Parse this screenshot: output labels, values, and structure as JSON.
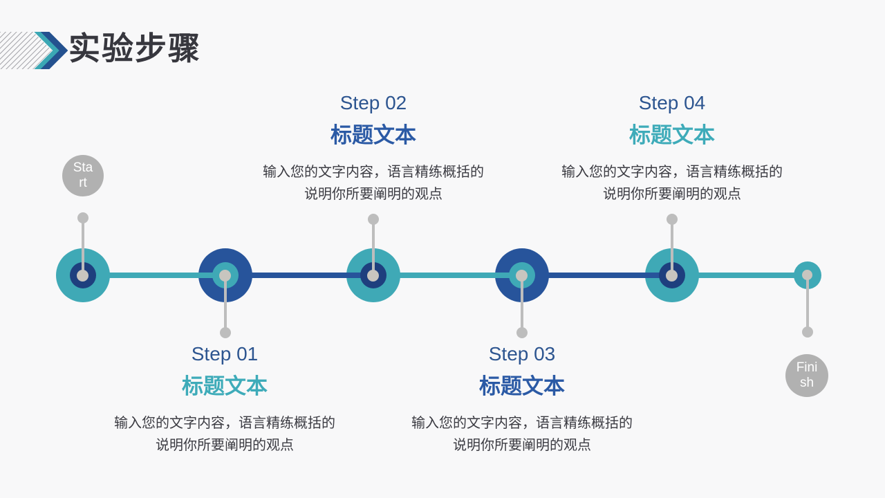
{
  "header": {
    "title": "实验步骤"
  },
  "timeline": {
    "start_label": "Start",
    "finish_label": "Finish"
  },
  "steps": [
    {
      "label": "Step 01",
      "title": "标题文本",
      "title_color": "teal",
      "body_line1": "输入您的文字内容，语言精练概括的",
      "body_line2": "说明你所要阐明的观点"
    },
    {
      "label": "Step 02",
      "title": "标题文本",
      "title_color": "blue",
      "body_line1": "输入您的文字内容，语言精练概括的",
      "body_line2": "说明你所要阐明的观点"
    },
    {
      "label": "Step 03",
      "title": "标题文本",
      "title_color": "blue",
      "body_line1": "输入您的文字内容，语言精练概括的",
      "body_line2": "说明你所要阐明的观点"
    },
    {
      "label": "Step 04",
      "title": "标题文本",
      "title_color": "teal",
      "body_line1": "输入您的文字内容，语言精练概括的",
      "body_line2": "说明你所要阐明的观点"
    }
  ],
  "colors": {
    "teal": "#3FA9B6",
    "blue": "#27549B",
    "navy_inner": "#1E3F7E",
    "step_label_blue": "#2D5590",
    "title_blue": "#2B5AA5",
    "title_teal": "#3EABB9",
    "body_text": "#3B3B42",
    "heading_text": "#37373E",
    "terminal_gray": "#B1B1B1",
    "connector_gray": "#BDBDBD",
    "center_dot": "#C8C5BF",
    "background": "#F8F8F9"
  },
  "icons": {
    "hatch_stripes": "diagonal-stripes",
    "teal_chevron": "chevron-right",
    "blue_chevron": "chevron-right"
  }
}
